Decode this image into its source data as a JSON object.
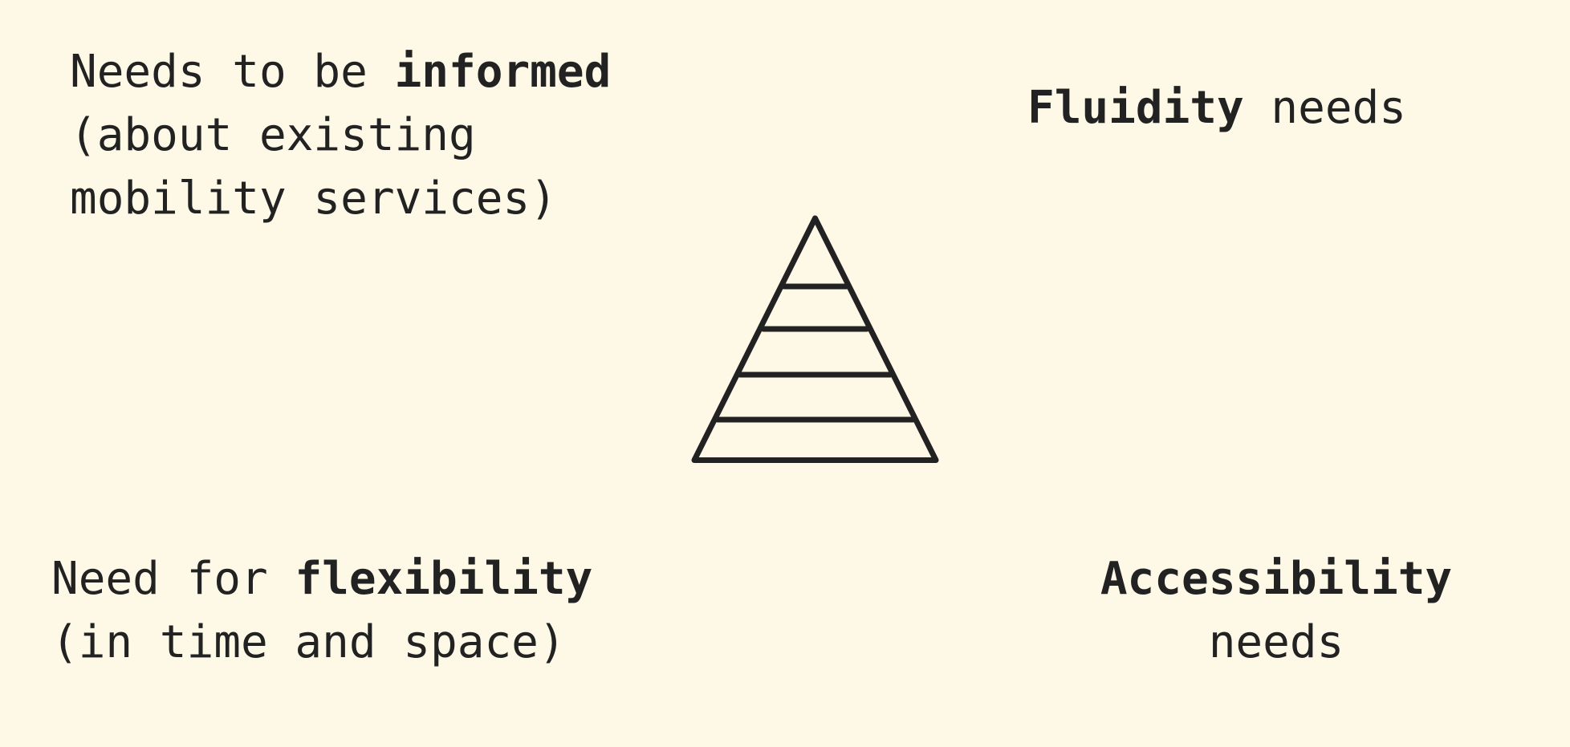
{
  "quadrants": {
    "top_left": {
      "line1_pre": "Needs to be ",
      "line1_bold": "informed",
      "line2": "(about existing",
      "line3": "mobility services)"
    },
    "top_right": {
      "bold": "Fluidity",
      "post": " needs"
    },
    "bottom_left": {
      "line1_pre": "Need for ",
      "line1_bold": "flexibility",
      "line2": "(in time and space)"
    },
    "bottom_right": {
      "line1_bold": "Accessibility",
      "line2": "needs"
    }
  },
  "colors": {
    "background": "#fdf9e6",
    "ink": "#222222"
  },
  "center_icon": "pyramid-icon"
}
